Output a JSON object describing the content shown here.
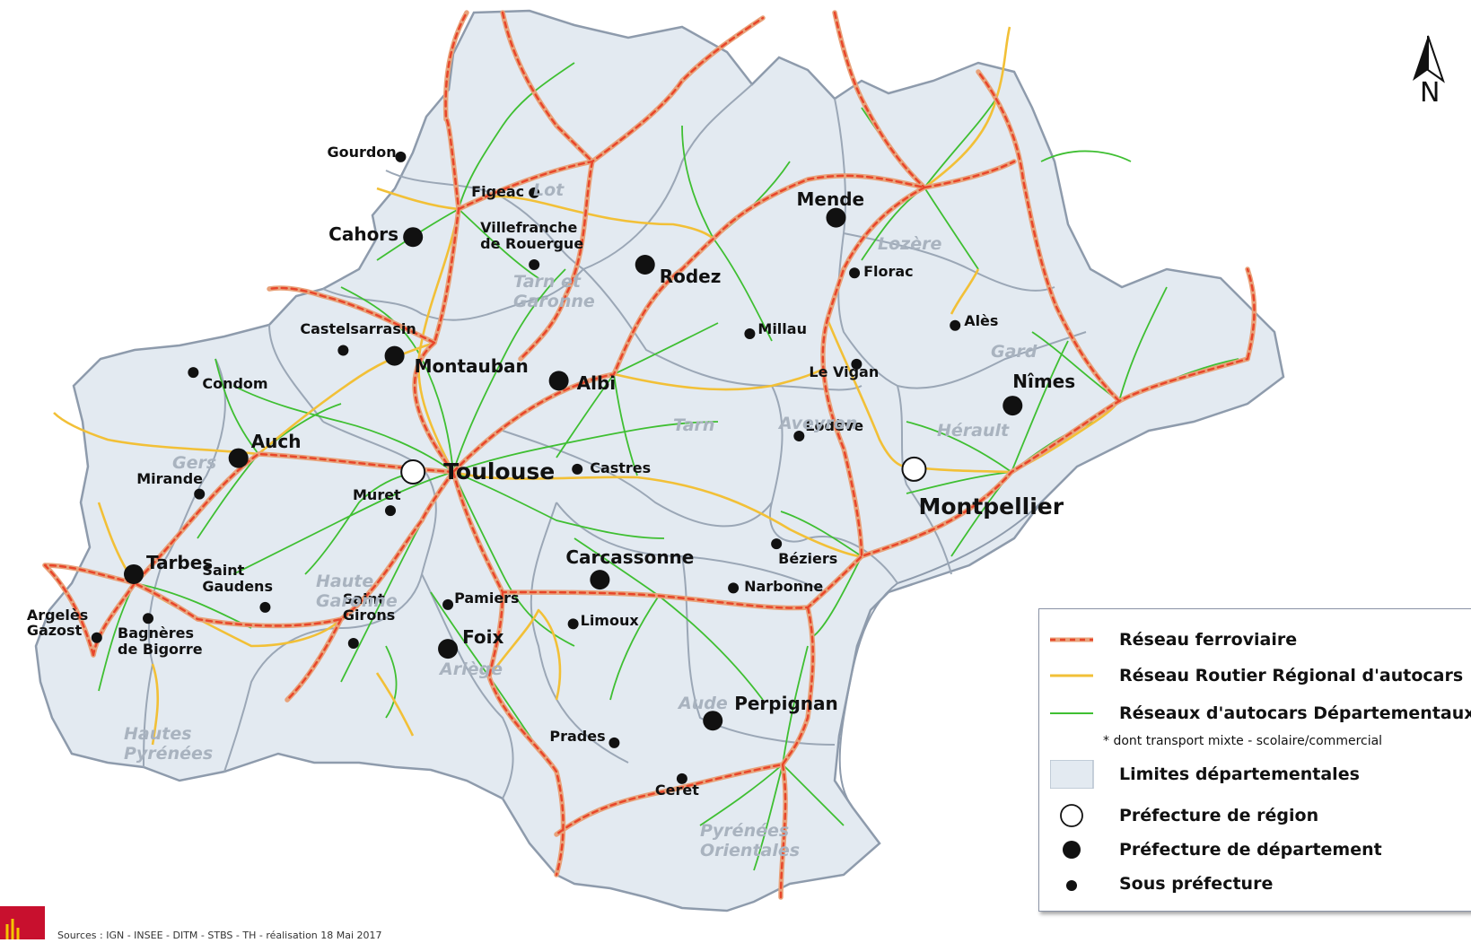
{
  "colors": {
    "rail_outer": "#e8a27a",
    "rail_dash": "#e8452a",
    "road": "#f2c037",
    "bus": "#3fbf32",
    "dept_fill": "#e3eaf1",
    "border": "#9ba7b6",
    "dept_label": "#a9b3bf"
  },
  "map_points": [
    {
      "id": "toulouse",
      "label": "Toulouse",
      "type": "region-prefecture",
      "lat": 43.6,
      "lon": 1.44,
      "size": "l"
    },
    {
      "id": "montpellier",
      "label": "Montpellier",
      "type": "region-prefecture",
      "lat": 43.61,
      "lon": 3.88,
      "size": "l"
    },
    {
      "id": "cahors",
      "label": "Cahors",
      "type": "dept-prefecture",
      "lat": 44.45,
      "lon": 1.44,
      "size": "m"
    },
    {
      "id": "montauban",
      "label": "Montauban",
      "type": "dept-prefecture",
      "lat": 44.02,
      "lon": 1.35,
      "size": "m"
    },
    {
      "id": "albi",
      "label": "Albi",
      "type": "dept-prefecture",
      "lat": 43.93,
      "lon": 2.15,
      "size": "m"
    },
    {
      "id": "rodez",
      "label": "Rodez",
      "type": "dept-prefecture",
      "lat": 44.35,
      "lon": 2.57,
      "size": "m"
    },
    {
      "id": "mende",
      "label": "Mende",
      "type": "dept-prefecture",
      "lat": 44.52,
      "lon": 3.5,
      "size": "m"
    },
    {
      "id": "nimes",
      "label": "Nîmes",
      "type": "dept-prefecture",
      "lat": 43.84,
      "lon": 4.36,
      "size": "m"
    },
    {
      "id": "auch",
      "label": "Auch",
      "type": "dept-prefecture",
      "lat": 43.65,
      "lon": 0.59,
      "size": "m"
    },
    {
      "id": "tarbes",
      "label": "Tarbes",
      "type": "dept-prefecture",
      "lat": 43.23,
      "lon": 0.08,
      "size": "m"
    },
    {
      "id": "carcassonne",
      "label": "Carcassonne",
      "type": "dept-prefecture",
      "lat": 43.21,
      "lon": 2.35,
      "size": "m"
    },
    {
      "id": "foix",
      "label": "Foix",
      "type": "dept-prefecture",
      "lat": 42.96,
      "lon": 1.61,
      "size": "m"
    },
    {
      "id": "perpignan",
      "label": "Perpignan",
      "type": "dept-prefecture",
      "lat": 42.7,
      "lon": 2.9,
      "size": "m"
    },
    {
      "id": "gourdon",
      "label": "Gourdon",
      "type": "sub-prefecture",
      "lat": 44.74,
      "lon": 1.38,
      "size": "s"
    },
    {
      "id": "figeac",
      "label": "Figeac",
      "type": "sub-prefecture",
      "lat": 44.61,
      "lon": 2.03,
      "size": "s"
    },
    {
      "id": "villefranche",
      "label": "Villefranche\nde Rouergue",
      "type": "sub-prefecture",
      "lat": 44.35,
      "lon": 2.03,
      "size": "s"
    },
    {
      "id": "florac",
      "label": "Florac",
      "type": "sub-prefecture",
      "lat": 44.32,
      "lon": 3.59,
      "size": "s"
    },
    {
      "id": "ales",
      "label": "Alès",
      "type": "sub-prefecture",
      "lat": 44.13,
      "lon": 4.08,
      "size": "s"
    },
    {
      "id": "millau",
      "label": "Millau",
      "type": "sub-prefecture",
      "lat": 44.1,
      "lon": 3.08,
      "size": "s"
    },
    {
      "id": "levigan",
      "label": "Le Vigan",
      "type": "sub-prefecture",
      "lat": 43.99,
      "lon": 3.6,
      "size": "s"
    },
    {
      "id": "lodeve",
      "label": "Lodève",
      "type": "sub-prefecture",
      "lat": 43.73,
      "lon": 3.32,
      "size": "s"
    },
    {
      "id": "castelsarrasin",
      "label": "Castelsarrasin",
      "type": "sub-prefecture",
      "lat": 44.04,
      "lon": 1.1,
      "size": "s"
    },
    {
      "id": "condom",
      "label": "Condom",
      "type": "sub-prefecture",
      "lat": 43.96,
      "lon": 0.37,
      "size": "s"
    },
    {
      "id": "mirande",
      "label": "Mirande",
      "type": "sub-prefecture",
      "lat": 43.52,
      "lon": 0.4,
      "size": "s"
    },
    {
      "id": "muret",
      "label": "Muret",
      "type": "sub-prefecture",
      "lat": 43.46,
      "lon": 1.33,
      "size": "s"
    },
    {
      "id": "castres",
      "label": "Castres",
      "type": "sub-prefecture",
      "lat": 43.61,
      "lon": 2.24,
      "size": "s"
    },
    {
      "id": "beziers",
      "label": "Béziers",
      "type": "sub-prefecture",
      "lat": 43.34,
      "lon": 3.21,
      "size": "s"
    },
    {
      "id": "narbonne",
      "label": "Narbonne",
      "type": "sub-prefecture",
      "lat": 43.18,
      "lon": 3.0,
      "size": "s"
    },
    {
      "id": "limoux",
      "label": "Limoux",
      "type": "sub-prefecture",
      "lat": 43.05,
      "lon": 2.22,
      "size": "s"
    },
    {
      "id": "pamiers",
      "label": "Pamiers",
      "type": "sub-prefecture",
      "lat": 43.12,
      "lon": 1.61,
      "size": "s"
    },
    {
      "id": "saintgirons",
      "label": "Saint\nGirons",
      "type": "sub-prefecture",
      "lat": 42.98,
      "lon": 1.15,
      "size": "s"
    },
    {
      "id": "saintgaudens",
      "label": "Saint\nGaudens",
      "type": "sub-prefecture",
      "lat": 43.11,
      "lon": 0.72,
      "size": "s"
    },
    {
      "id": "bagneres",
      "label": "Bagnères\nde Bigorre",
      "type": "sub-prefecture",
      "lat": 43.07,
      "lon": 0.15,
      "size": "s"
    },
    {
      "id": "argeles",
      "label": "Argelès\nGazost",
      "type": "sub-prefecture",
      "lat": 43.0,
      "lon": -0.1,
      "size": "s"
    },
    {
      "id": "prades",
      "label": "Prades",
      "type": "sub-prefecture",
      "lat": 42.62,
      "lon": 2.42,
      "size": "s"
    },
    {
      "id": "ceret",
      "label": "Ceret",
      "type": "sub-prefecture",
      "lat": 42.49,
      "lon": 2.75,
      "size": "s"
    }
  ],
  "departments": [
    {
      "id": "lot",
      "label": "Lot"
    },
    {
      "id": "tarn-et-garonne",
      "label": "Tarn et\nGaronne"
    },
    {
      "id": "lozere",
      "label": "Lozère"
    },
    {
      "id": "gard",
      "label": "Gard"
    },
    {
      "id": "herault",
      "label": "Hérault"
    },
    {
      "id": "aveyron",
      "label": "Aveyron"
    },
    {
      "id": "tarn",
      "label": "Tarn"
    },
    {
      "id": "gers",
      "label": "Gers"
    },
    {
      "id": "haute-garonne",
      "label": "Haute\nGaronne"
    },
    {
      "id": "ariege",
      "label": "Ariège"
    },
    {
      "id": "aude",
      "label": "Aude"
    },
    {
      "id": "hautes-pyrenees",
      "label": "Hautes\nPyrénées"
    },
    {
      "id": "pyrenees-orientales",
      "label": "Pyrénées\nOrientales"
    }
  ],
  "legend": {
    "rail": "Réseau ferroviaire",
    "road": "Réseau Routier Régional d'autocars",
    "bus": "Réseaux d'autocars Départementaux",
    "bus_note": "* dont transport mixte - scolaire/commercial",
    "limits": "Limites départementales",
    "region_pref": "Préfecture de région",
    "dept_pref": "Préfecture de département",
    "sous_pref": "Sous préfecture"
  },
  "compass": {
    "label": "N",
    "icon": "north-arrow-icon"
  },
  "sources": "Sources : IGN - INSEE - DITM - STBS - TH - réalisation 18 Mai 2017"
}
